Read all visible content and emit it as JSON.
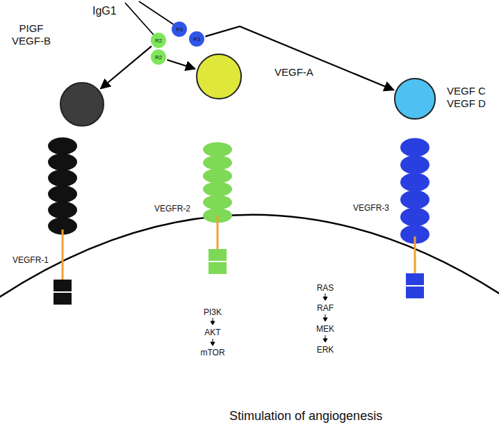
{
  "diagram": {
    "caption": "Stimulation of angiogenesis",
    "nodes": [
      {
        "text": [
          "R3"
        ]
      },
      {
        "text": [
          "R3"
        ]
      },
      {
        "text": [
          "R2"
        ]
      },
      {
        "text": [
          "R2"
        ]
      },
      {
        "text": [
          "PIGF VEGF-B"
        ]
      },
      {
        "text": [
          "VEGF-A"
        ]
      },
      {
        "text": [
          "VEGF C VEGF D"
        ]
      }
    ],
    "edges": [
      {
        "from": 2,
        "to": 4,
        "arrow": "to"
      },
      {
        "from": 3,
        "to": 5,
        "arrow": "to"
      },
      {
        "from": 1,
        "to": 6,
        "arrow": "to"
      }
    ],
    "labels": [
      "IgG1",
      "VEGFR-1",
      "VEGFR-2",
      "VEGFR-3",
      "PI3K",
      "AKT",
      "mTOR",
      "RAS",
      "RAF",
      "MEK",
      "ERK"
    ]
  }
}
